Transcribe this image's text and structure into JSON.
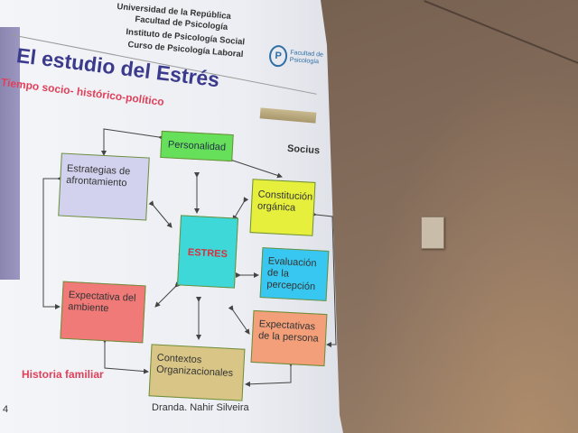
{
  "slide": {
    "header": [
      "Universidad de la República",
      "Facultad de Psicología",
      "Instituto de Psicología Social",
      "Curso de Psicología Laboral"
    ],
    "logo_mark": "P",
    "logo_text": "Facultad de Psicología",
    "title": "El estudio del Estrés",
    "subtitle": "Tiempo socio- histórico-político",
    "socius": "Socius",
    "historia": "Historia familiar",
    "slide_number": "4",
    "author": "Dranda. Nahir Silveira"
  },
  "diagram": {
    "personalidad": "Personalidad",
    "estrategias": "Estrategias de afrontamiento",
    "constitucion": "Constitución orgánica",
    "estres": "ESTRES",
    "evaluacion": "Evaluación de la percepción",
    "expectativa_ambiente": "Expectativa del ambiente",
    "expectativas_persona": "Expectativas de la persona",
    "contextos": "Contextos Organizacionales"
  },
  "colors": {
    "title": "#3b3a8c",
    "accent_red": "#e0405a",
    "personalidad": "#66e05a",
    "constitucion": "#e6ef3c",
    "estres": "#3ed8d8",
    "evaluacion": "#38c7f0"
  }
}
